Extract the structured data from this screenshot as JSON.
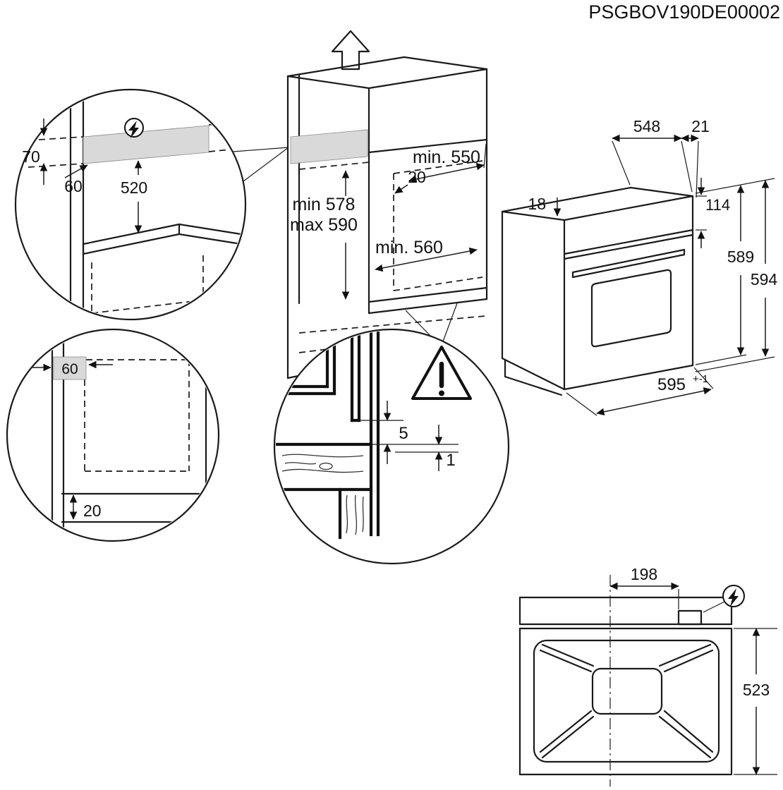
{
  "document_code": "PSGBOV190DE00002",
  "niche": {
    "depth_min": "min. 550",
    "rear_offset": "20",
    "height_min": "min 578",
    "height_max": "max 590",
    "width_min": "min. 560"
  },
  "socket_detail": {
    "strip_height": "70",
    "front_offset": "60",
    "height_above_shelf": "520"
  },
  "plinth_detail": {
    "side_offset": "60",
    "plinth_gap": "20"
  },
  "gap_detail": {
    "clearance_top": "5",
    "clearance_bottom": "1"
  },
  "oven": {
    "depth": "548",
    "front_overhang": "21",
    "top_recess": "18",
    "panel_height": "114",
    "height_rear": "589",
    "height_front": "594",
    "width": "595",
    "width_tolerance": "+-1"
  },
  "rear_view": {
    "connection_offset": "198",
    "rear_height": "523"
  }
}
